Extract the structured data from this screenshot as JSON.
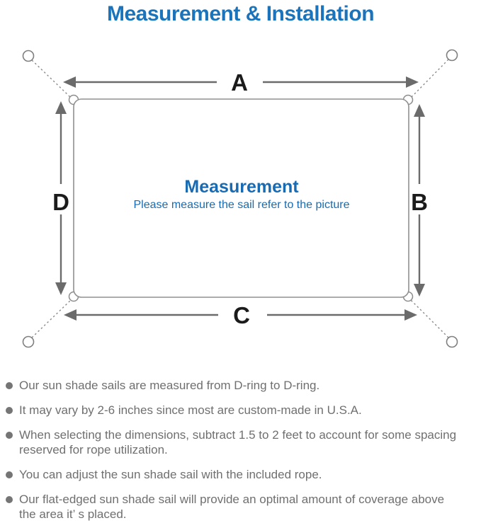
{
  "header": {
    "title": "Measurement & Installation"
  },
  "diagram": {
    "type": "measurement-schematic",
    "labels": {
      "top": "A",
      "right": "B",
      "bottom": "C",
      "left": "D"
    },
    "center_title": "Measurement",
    "center_subtitle": "Please measure the sail refer to the picture",
    "colors": {
      "accent_blue": "#1b74bb",
      "center_text_blue": "#186bb2",
      "arrow_gray": "#6b6b6b",
      "outline_gray": "#8c8c8c",
      "label_black": "#1b1b1b",
      "note_gray": "#6f6f6f"
    }
  },
  "notes": {
    "items": [
      {
        "text": "Our sun shade sails are measured from D-ring to D-ring."
      },
      {
        "text": "It may vary by 2-6 inches since most are custom-made in U.S.A."
      },
      {
        "text": "When selecting the dimensions, subtract 1.5 to 2 feet to account for some spacing\nreserved for rope utilization."
      },
      {
        "text": "You can adjust the sun shade sail with the included rope."
      },
      {
        "text": "Our flat-edged sun shade sail will provide an optimal amount of coverage above\nthe area it’ s placed."
      }
    ]
  }
}
